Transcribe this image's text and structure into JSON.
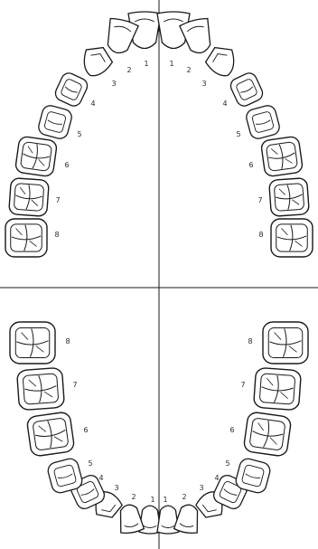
{
  "diagram": {
    "stroke_color": "#1a1a1a",
    "background": "#ffffff",
    "quadrants": [
      {
        "id": "upper-right",
        "teeth": [
          {
            "number": "1",
            "kind": "incisor"
          },
          {
            "number": "2",
            "kind": "incisor"
          },
          {
            "number": "3",
            "kind": "canine"
          },
          {
            "number": "4",
            "kind": "premolar"
          },
          {
            "number": "5",
            "kind": "premolar"
          },
          {
            "number": "6",
            "kind": "molar"
          },
          {
            "number": "7",
            "kind": "molar"
          },
          {
            "number": "8",
            "kind": "molar"
          }
        ]
      },
      {
        "id": "upper-left",
        "teeth": [
          {
            "number": "1",
            "kind": "incisor"
          },
          {
            "number": "2",
            "kind": "incisor"
          },
          {
            "number": "3",
            "kind": "canine"
          },
          {
            "number": "4",
            "kind": "premolar"
          },
          {
            "number": "5",
            "kind": "premolar"
          },
          {
            "number": "6",
            "kind": "molar"
          },
          {
            "number": "7",
            "kind": "molar"
          },
          {
            "number": "8",
            "kind": "molar"
          }
        ]
      },
      {
        "id": "lower-right",
        "teeth": [
          {
            "number": "1",
            "kind": "incisor"
          },
          {
            "number": "2",
            "kind": "incisor"
          },
          {
            "number": "3",
            "kind": "canine"
          },
          {
            "number": "4",
            "kind": "premolar"
          },
          {
            "number": "5",
            "kind": "premolar"
          },
          {
            "number": "6",
            "kind": "molar"
          },
          {
            "number": "7",
            "kind": "molar"
          },
          {
            "number": "8",
            "kind": "molar"
          }
        ]
      },
      {
        "id": "lower-left",
        "teeth": [
          {
            "number": "1",
            "kind": "incisor"
          },
          {
            "number": "2",
            "kind": "incisor"
          },
          {
            "number": "3",
            "kind": "canine"
          },
          {
            "number": "4",
            "kind": "premolar"
          },
          {
            "number": "5",
            "kind": "premolar"
          },
          {
            "number": "6",
            "kind": "molar"
          },
          {
            "number": "7",
            "kind": "molar"
          },
          {
            "number": "8",
            "kind": "molar"
          }
        ]
      }
    ]
  }
}
